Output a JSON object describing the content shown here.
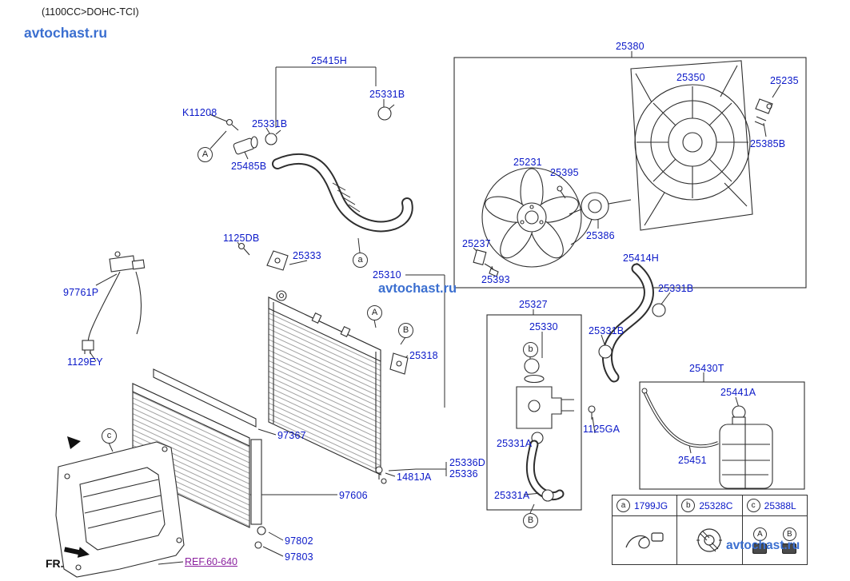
{
  "page": {
    "title": "(1100CC>DOHC-TCI)",
    "fr_label": "FR.",
    "brand_top": "avtochast.ru",
    "watermark_center": "avtochast.ru",
    "watermark_bottom": "avtochast.ru",
    "ref_link": "REF.60-640"
  },
  "colors": {
    "part_label": "#0a18c8",
    "brand_watermark": "#3b6fd0",
    "ref_link": "#8a1f9e",
    "line_art": "#2e2e2e",
    "background": "#ffffff"
  },
  "labels": [
    {
      "part": "25415H"
    },
    {
      "part": "25331B"
    },
    {
      "part": "K11208"
    },
    {
      "part": "25331B"
    },
    {
      "part": "25485B"
    },
    {
      "part": "25380"
    },
    {
      "part": "25350"
    },
    {
      "part": "25235"
    },
    {
      "part": "25385B"
    },
    {
      "part": "25231"
    },
    {
      "part": "25395"
    },
    {
      "part": "25386"
    },
    {
      "part": "25237"
    },
    {
      "part": "25393"
    },
    {
      "part": "25414H"
    },
    {
      "part": "25331B"
    },
    {
      "part": "25327"
    },
    {
      "part": "25330"
    },
    {
      "part": "25331B"
    },
    {
      "part": "1125DB"
    },
    {
      "part": "25333"
    },
    {
      "part": "25310"
    },
    {
      "part": "25318"
    },
    {
      "part": "97761P"
    },
    {
      "part": "1129EY"
    },
    {
      "part": "97367"
    },
    {
      "part": "25336D"
    },
    {
      "part": "25336"
    },
    {
      "part": "1481JA"
    },
    {
      "part": "97606"
    },
    {
      "part": "97802"
    },
    {
      "part": "97803"
    },
    {
      "part": "25331A"
    },
    {
      "part": "1125GA"
    },
    {
      "part": "25430T"
    },
    {
      "part": "25441A"
    },
    {
      "part": "25451"
    },
    {
      "part": "25331A"
    }
  ],
  "callouts": [
    "A",
    "a",
    "A",
    "B",
    "b",
    "B",
    "c"
  ],
  "legend": {
    "items": [
      {
        "key": "a",
        "part": "1799JG",
        "icon": "wire-clip-icon"
      },
      {
        "key": "b",
        "part": "25328C",
        "icon": "radiator-cap-icon"
      },
      {
        "key": "c",
        "part": "25388L",
        "icon": "mount-clip-icon"
      }
    ],
    "sub": [
      "A",
      "B"
    ]
  }
}
